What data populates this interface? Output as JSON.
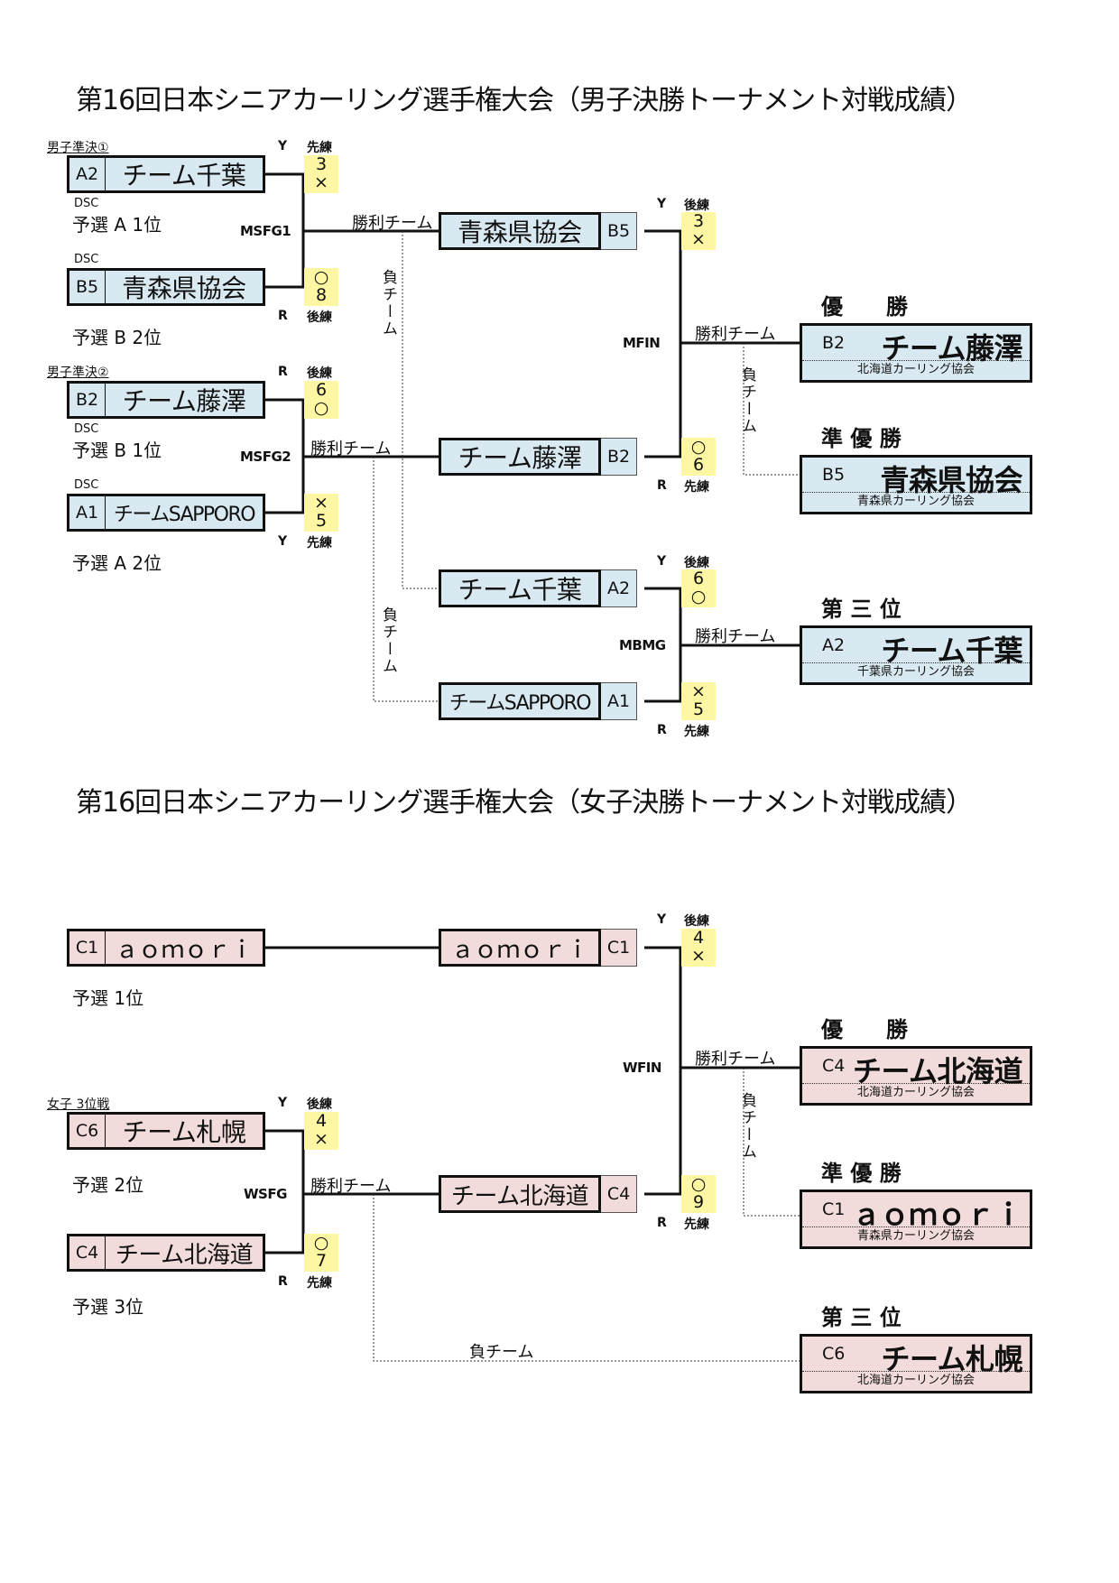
{
  "men": {
    "title": "第16回日本シニアカーリング選手権大会（男子決勝トーナメント対戦成績）",
    "sf1_label": "男子準決①",
    "sf2_label": "男子準決②",
    "sf1": {
      "code": "MSFG1",
      "top": {
        "seed": "A2",
        "name": "チーム千葉",
        "stone": "Y",
        "order": "先練",
        "score": "3",
        "result": "×",
        "dsc": "DSC",
        "prelim": "予選 A 1位"
      },
      "bottom": {
        "seed": "B5",
        "name": "青森県協会",
        "stone": "R",
        "order": "後練",
        "score": "8",
        "result": "○",
        "dsc": "DSC",
        "prelim": "予選 B 2位"
      }
    },
    "sf2": {
      "code": "MSFG2",
      "top": {
        "seed": "B2",
        "name": "チーム藤澤",
        "stone": "R",
        "order": "後練",
        "score": "6",
        "result": "○",
        "dsc": "DSC",
        "prelim": "予選 B 1位"
      },
      "bottom": {
        "seed": "A1",
        "name": "チームSAPPORO",
        "stone": "Y",
        "order": "先練",
        "score": "5",
        "result": "×",
        "dsc": "DSC",
        "prelim": "予選 A 2位"
      }
    },
    "final": {
      "code": "MFIN",
      "top": {
        "seed": "B5",
        "name": "青森県協会",
        "stone": "Y",
        "order": "後練",
        "score": "3",
        "result": "×"
      },
      "bottom": {
        "seed": "B2",
        "name": "チーム藤澤",
        "stone": "R",
        "order": "先練",
        "score": "6",
        "result": "○"
      }
    },
    "bronze": {
      "code": "MBMG",
      "top": {
        "seed": "A2",
        "name": "チーム千葉",
        "stone": "Y",
        "order": "後練",
        "score": "6",
        "result": "○"
      },
      "bottom": {
        "seed": "A1",
        "name": "チームSAPPORO",
        "stone": "R",
        "order": "先練",
        "score": "5",
        "result": "×"
      }
    },
    "winner_label": "勝利チーム",
    "loser_label": "負チーム",
    "results": {
      "champion": {
        "rank": "優　　勝",
        "seed": "B2",
        "name": "チーム藤澤",
        "assoc": "北海道カーリング協会"
      },
      "runner_up": {
        "rank": "準 優 勝",
        "seed": "B5",
        "name": "青森県協会",
        "assoc": "青森県カーリング協会"
      },
      "third": {
        "rank": "第 三 位",
        "seed": "A2",
        "name": "チーム千葉",
        "assoc": "千葉県カーリング協会"
      }
    }
  },
  "women": {
    "title": "第16回日本シニアカーリング選手権大会（女子決勝トーナメント対戦成績）",
    "bye": {
      "seed": "C1",
      "name": "ａｏｍｏｒｉ",
      "prelim": "予選 1位"
    },
    "sf_label": "女子 3位戦",
    "sf": {
      "code": "WSFG",
      "top": {
        "seed": "C6",
        "name": "チーム札幌",
        "stone": "Y",
        "order": "後練",
        "score": "4",
        "result": "×",
        "prelim": "予選 2位"
      },
      "bottom": {
        "seed": "C4",
        "name": "チーム北海道",
        "stone": "R",
        "order": "先練",
        "score": "7",
        "result": "○",
        "prelim": "予選 3位"
      }
    },
    "final": {
      "code": "WFIN",
      "top": {
        "seed": "C1",
        "name": "ａｏｍｏｒｉ",
        "stone": "Y",
        "order": "後練",
        "score": "4",
        "result": "×"
      },
      "bottom": {
        "seed": "C4",
        "name": "チーム北海道",
        "stone": "R",
        "order": "先練",
        "score": "9",
        "result": "○"
      }
    },
    "winner_label": "勝利チーム",
    "loser_label": "負チーム",
    "results": {
      "champion": {
        "rank": "優　　勝",
        "seed": "C4",
        "name": "チーム北海道",
        "assoc": "北海道カーリング協会"
      },
      "runner_up": {
        "rank": "準 優 勝",
        "seed": "C1",
        "name": "ａｏｍｏｒｉ",
        "assoc": "青森県カーリング協会"
      },
      "third": {
        "rank": "第 三 位",
        "seed": "C6",
        "name": "チーム札幌",
        "assoc": "北海道カーリング協会"
      }
    }
  },
  "colors": {
    "men_box": "#d9e9f1",
    "women_box": "#f2dcdb",
    "score_highlight": "#fdf6a3",
    "line": "#111111"
  }
}
